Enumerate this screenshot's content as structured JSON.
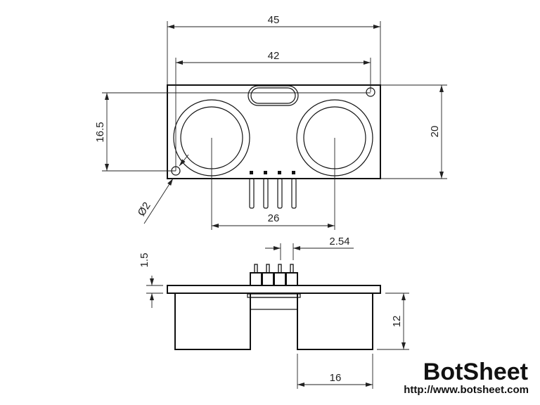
{
  "dimensions": {
    "board_width": "45",
    "hole_spacing_x": "42",
    "hole_spacing_y": "16.5",
    "board_height": "20",
    "hole_diameter": "Ø2",
    "transducer_spacing": "26",
    "pin_pitch": "2.54",
    "board_thickness": "1.5",
    "transducer_height": "12",
    "transducer_diameter": "16"
  },
  "branding": {
    "logo": "BotSheet",
    "url": "http://www.botsheet.com"
  }
}
